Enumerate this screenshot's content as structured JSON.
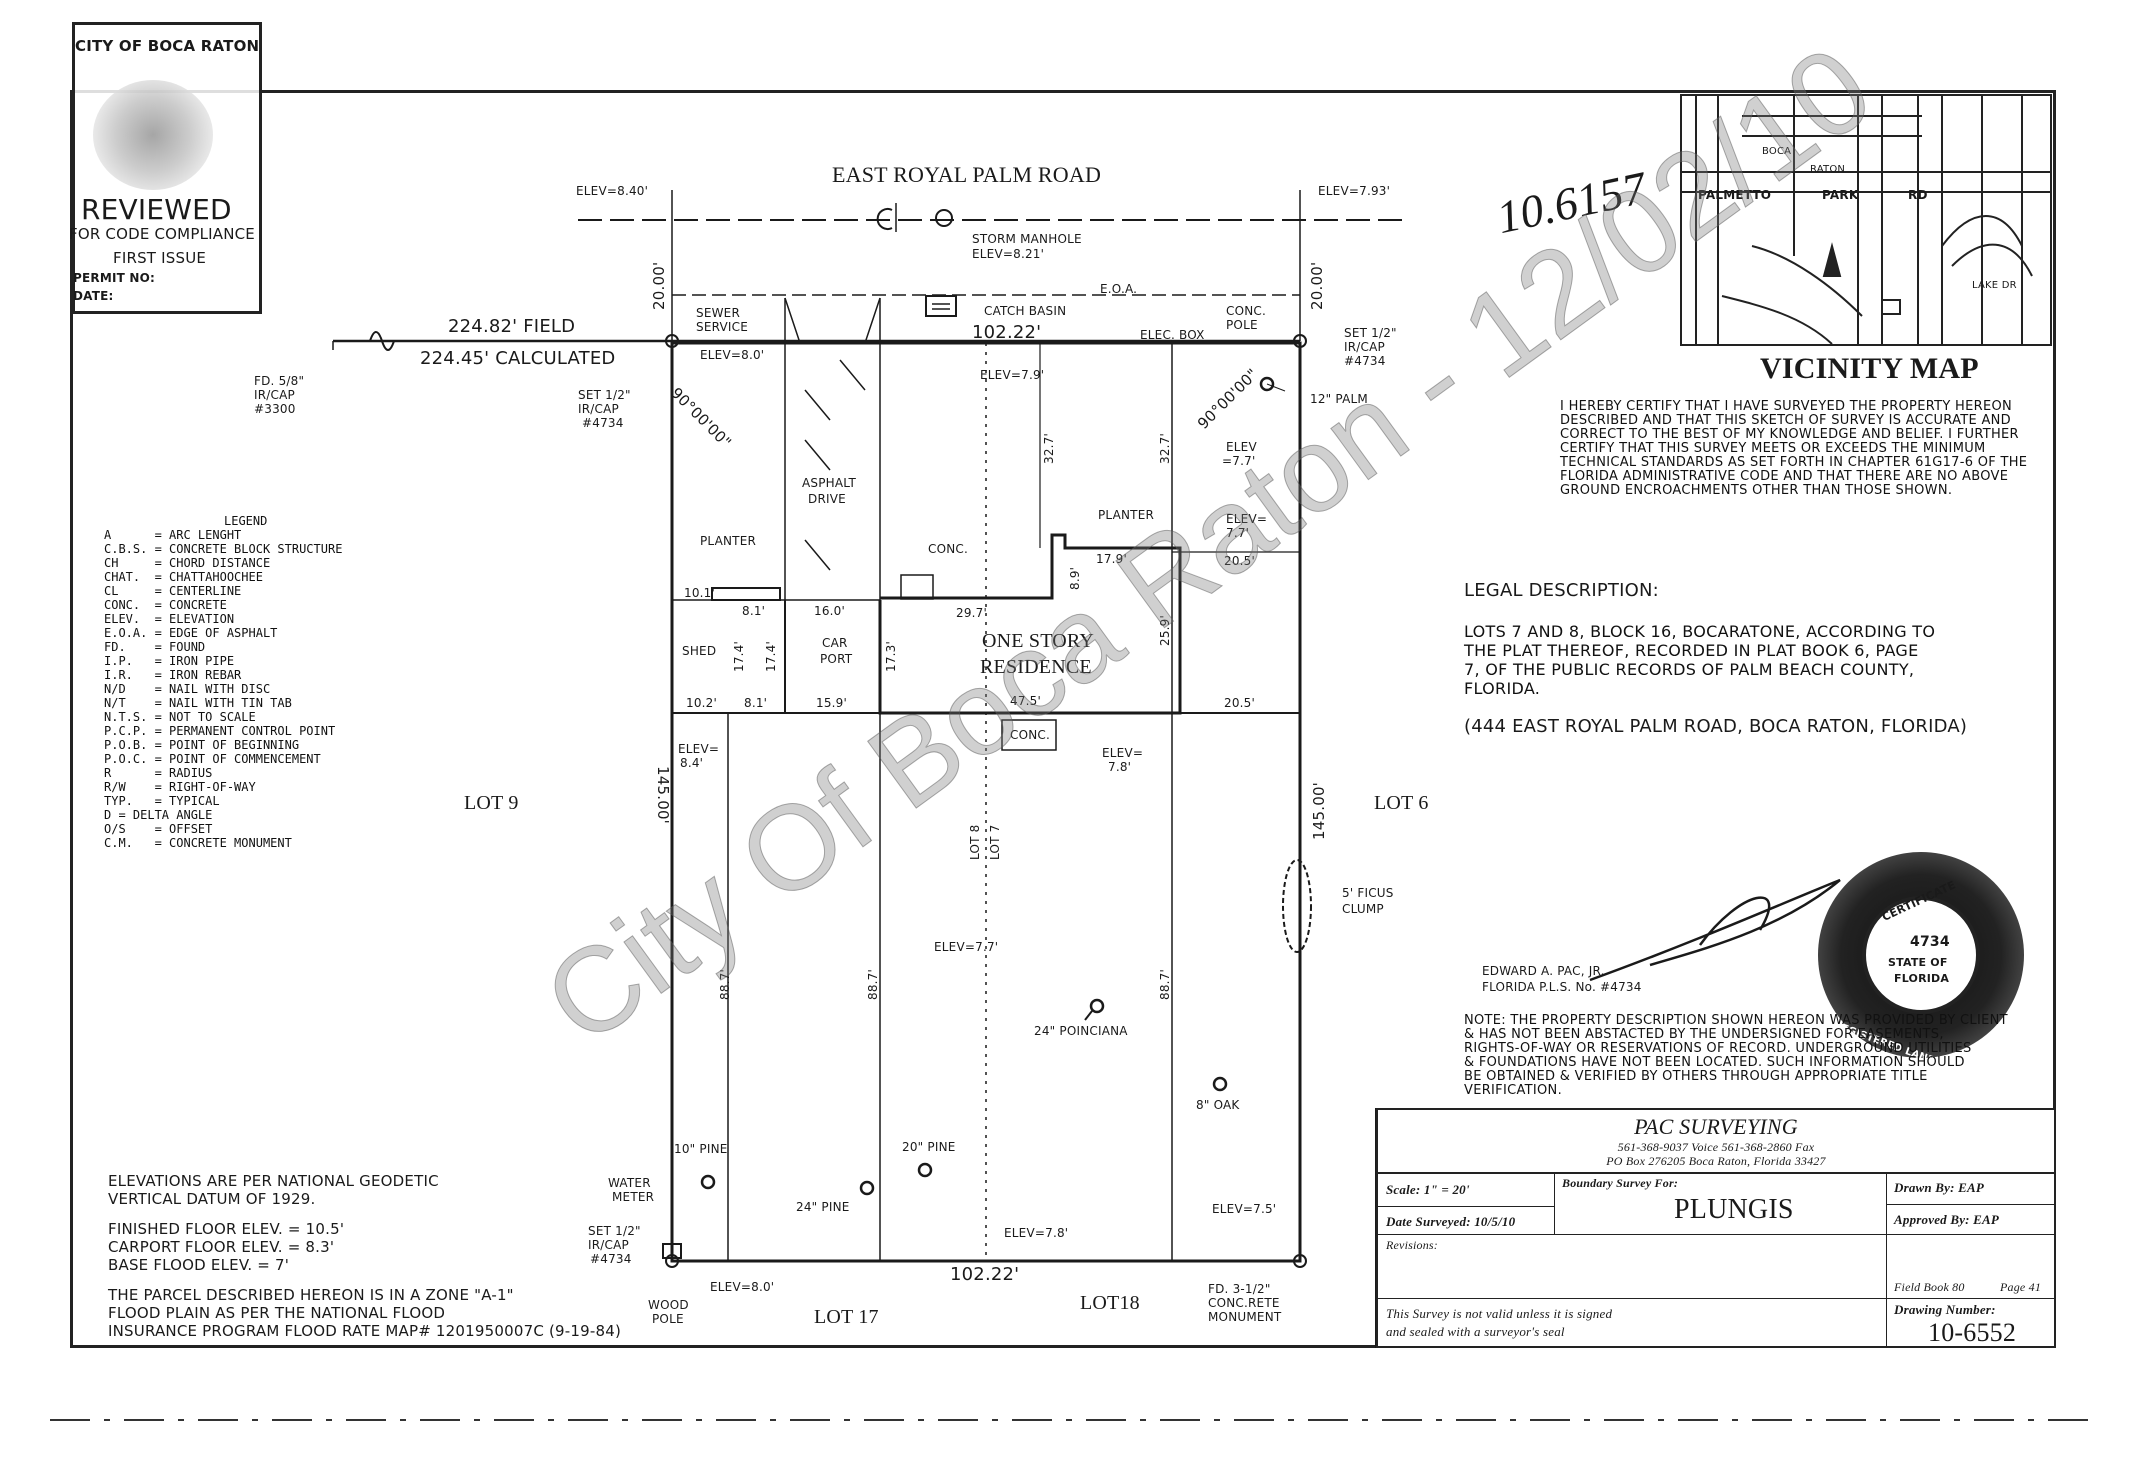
{
  "stamp": {
    "city": "CITY OF BOCA RATON",
    "reviewed": "REVIEWED",
    "for_code": "FOR CODE COMPLIANCE",
    "first_issue": "FIRST ISSUE",
    "permit_no": "PERMIT NO:",
    "date": "DATE:"
  },
  "handwritten_number": "10.6157",
  "street": {
    "name": "EAST ROYAL PALM ROAD",
    "elev_left": "ELEV=8.40'",
    "elev_right": "ELEV=7.93'",
    "storm_manhole": "STORM MANHOLE",
    "storm_elev": "ELEV=8.21'",
    "catch_basin": "CATCH BASIN",
    "eoa": "E.O.A.",
    "conc_pole": "CONC. POLE",
    "elec_box": "ELEC. BOX",
    "row_left": "20.00'",
    "row_right": "20.00'"
  },
  "survey": {
    "field": "224.82' FIELD",
    "calculated": "224.45' CALCULATED",
    "fd_58": "FD. 5/8\"",
    "fd_58_cap": "IR/CAP",
    "fd_58_num": "#3300",
    "sewer": "SEWER",
    "sewer_service": "SERVICE",
    "set_left_1": "SET 1/2\"",
    "set_left_2": "IR/CAP",
    "set_left_3": "#4734",
    "set_right_1": "SET 1/2\"",
    "set_right_2": "IR/CAP",
    "set_right_3": "#4734",
    "top_width": "102.22'",
    "bottom_width": "102.22'",
    "elev_nw": "ELEV=8.0'",
    "angle_left": "90°00'00\"",
    "angle_right": "90°00'00\"",
    "palm": "12\" PALM",
    "elev_mid_top": "ELEV=7.9'",
    "dim_32_left": "32.7'",
    "dim_32_right": "32.7'",
    "elev_ne_1": "ELEV",
    "elev_ne_2": "=7.7'",
    "asphalt_1": "ASPHALT",
    "asphalt_2": "DRIVE",
    "planter_left": "PLANTER",
    "planter_right": "PLANTER",
    "conc": "CONC.",
    "elev_e_1": "ELEV=",
    "elev_e_2": "7.7'",
    "d_89": "8.9'",
    "d_179": "17.9'",
    "d_205_top": "20.5'",
    "d_101": "10.1'",
    "d_81_top": "8.1'",
    "d_160": "16.0'",
    "d_297": "29.7'",
    "shed": "SHED",
    "d_174a": "17.4'",
    "d_174b": "17.4'",
    "carport_1": "CAR",
    "carport_2": "PORT",
    "d_173": "17.3'",
    "residence_1": "ONE STORY",
    "residence_2": "RESIDENCE",
    "d_259": "25.9'",
    "d_102": "10.2'",
    "d_81_bot": "8.1'",
    "d_159": "15.9'",
    "d_475": "47.5'",
    "d_205_bot": "20.5'",
    "elev_w_1": "ELEV=",
    "elev_w_2": "8.4'",
    "conc_bottom": "CONC.",
    "elev_78a": "ELEV=",
    "elev_78b": "7.8'",
    "lot9": "LOT 9",
    "lot6": "LOT 6",
    "side_left": "145.00'",
    "side_right": "145.00'",
    "lot8": "LOT 8",
    "lot7": "LOT 7",
    "ficus_1": "5' FICUS",
    "ficus_2": "CLUMP",
    "elev_77": "ELEV=7.7'",
    "d_887a": "88.7'",
    "d_887b": "88.7'",
    "d_887c": "88.7'",
    "poinciana": "24\" POINCIANA",
    "oak": "8\" OAK",
    "pine10": "10\" PINE",
    "pine20": "20\" PINE",
    "pine24": "24\" PINE",
    "water_1": "WATER",
    "water_2": "METER",
    "set_bl_1": "SET 1/2\"",
    "set_bl_2": "IR/CAP",
    "set_bl_3": "#4734",
    "elev_78_bot": "ELEV=7.8'",
    "elev_75": "ELEV=7.5'",
    "elev_80_bot": "ELEV=8.0'",
    "wood_1": "WOOD",
    "wood_2": "POLE",
    "lot17": "LOT 17",
    "lot18": "LOT18",
    "fd_cm_1": "FD. 3-1/2\"",
    "fd_cm_2": "CONC.RETE",
    "fd_cm_3": "MONUMENT"
  },
  "legend": {
    "title": "LEGEND",
    "items": [
      "A      = ARC LENGHT",
      "C.B.S. = CONCRETE BLOCK STRUCTURE",
      "CH     = CHORD DISTANCE",
      "CHAT.  = CHATTAHOOCHEE",
      "CL     = CENTERLINE",
      "CONC.  = CONCRETE",
      "ELEV.  = ELEVATION",
      "E.O.A. = EDGE OF ASPHALT",
      "FD.    = FOUND",
      "I.P.   = IRON PIPE",
      "I.R.   = IRON REBAR",
      "N/D    = NAIL WITH DISC",
      "N/T    = NAIL WITH TIN TAB",
      "N.T.S. = NOT TO SCALE",
      "P.C.P. = PERMANENT CONTROL POINT",
      "P.O.B. = POINT OF BEGINNING",
      "P.O.C. = POINT OF COMMENCEMENT",
      "R      = RADIUS",
      "R/W    = RIGHT-OF-WAY",
      "TYP.   = TYPICAL",
      "D = DELTA ANGLE",
      "O/S    = OFFSET",
      "C.M.   = CONCRETE MONUMENT"
    ]
  },
  "notes": {
    "elev_1": "ELEVATIONS ARE PER NATIONAL GEODETIC",
    "elev_2": "VERTICAL DATUM OF 1929.",
    "ff": "FINISHED FLOOR ELEV. = 10.5'",
    "carport": "CARPORT FLOOR ELEV. = 8.3'",
    "base": "BASE FLOOD ELEV. = 7'",
    "zone_1": "THE PARCEL DESCRIBED HEREON IS IN A ZONE \"A-1\"",
    "zone_2": "FLOOD PLAIN AS PER THE NATIONAL FLOOD",
    "zone_3": "INSURANCE PROGRAM FLOOD RATE MAP# 1201950007C (9-19-84)"
  },
  "vicinity": {
    "title": "VICINITY MAP",
    "palmetto": "PALMETTO",
    "park": "PARK",
    "rd": "RD",
    "boca": "BOCA",
    "raton": "RATON",
    "lake": "LAKE DR"
  },
  "certification": [
    "I HEREBY CERTIFY THAT I HAVE SURVEYED THE PROPERTY HEREON",
    "DESCRIBED AND THAT THIS SKETCH OF SURVEY IS ACCURATE AND",
    "CORRECT TO THE BEST OF MY KNOWLEDGE AND BELIEF. I FURTHER",
    "CERTIFY THAT THIS SURVEY MEETS OR EXCEEDS THE MINIMUM",
    "TECHNICAL STANDARDS AS SET FORTH IN CHAPTER 61G17-6 OF THE",
    "FLORIDA ADMINISTRATIVE CODE AND THAT THERE ARE NO ABOVE",
    "GROUND ENCROACHMENTS OTHER THAN THOSE SHOWN."
  ],
  "legal": {
    "heading": "LEGAL DESCRIPTION:",
    "lines": [
      "LOTS 7 AND 8, BLOCK 16, BOCARATONE, ACCORDING TO",
      "THE PLAT THEREOF, RECORDED IN PLAT BOOK 6, PAGE",
      "7, OF THE PUBLIC RECORDS OF PALM BEACH COUNTY,",
      "FLORIDA."
    ],
    "address": "(444 EAST ROYAL PALM ROAD, BOCA RATON, FLORIDA)"
  },
  "surveyor": {
    "name": "EDWARD A. PAC, JR.",
    "license": "FLORIDA P.L.S. No. #4734",
    "seal_name": "EDWARD A. PAC, JR.",
    "seal_cert": "CERTIFICATE",
    "seal_num": "4734",
    "seal_state": "STATE OF",
    "seal_fl": "FLORIDA",
    "seal_reg": "REGISTERED LAND SURVEYOR"
  },
  "disclaimer": [
    "NOTE: THE PROPERTY DESCRIPTION SHOWN HEREON WAS PROVIDED BY CLIENT",
    "& HAS NOT BEEN ABSTACTED BY THE UNDERSIGNED FOR EASEMENTS,",
    "RIGHTS-OF-WAY OR RESERVATIONS OF RECORD. UNDERGROUND UTILITIES",
    "& FOUNDATIONS HAVE NOT BEEN LOCATED. SUCH INFORMATION SHOULD",
    "BE OBTAINED & VERIFIED BY OTHERS THROUGH APPROPRIATE TITLE",
    "VERIFICATION."
  ],
  "titleblock": {
    "company": "PAC SURVEYING",
    "phone": "561-368-9037 Voice 561-368-2860 Fax",
    "address": "PO Box 276205 Boca Raton, Florida 33427",
    "scale": "Scale: 1\" = 20'",
    "surveyed": "Date Surveyed: 10/5/10",
    "revisions": "Revisions:",
    "boundary_for": "Boundary Survey For:",
    "client": "PLUNGIS",
    "drawn": "Drawn By:  EAP",
    "approved": "Approved By:  EAP",
    "fieldbook": "Field Book 80",
    "page": "Page 41",
    "drawing_label": "Drawing Number:",
    "drawing_number": "10-6552",
    "valid_1": "This Survey is not valid unless it is signed",
    "valid_2": "and sealed with a surveyor's seal"
  },
  "watermark": "City Of Boca Raton - 12/02/10"
}
